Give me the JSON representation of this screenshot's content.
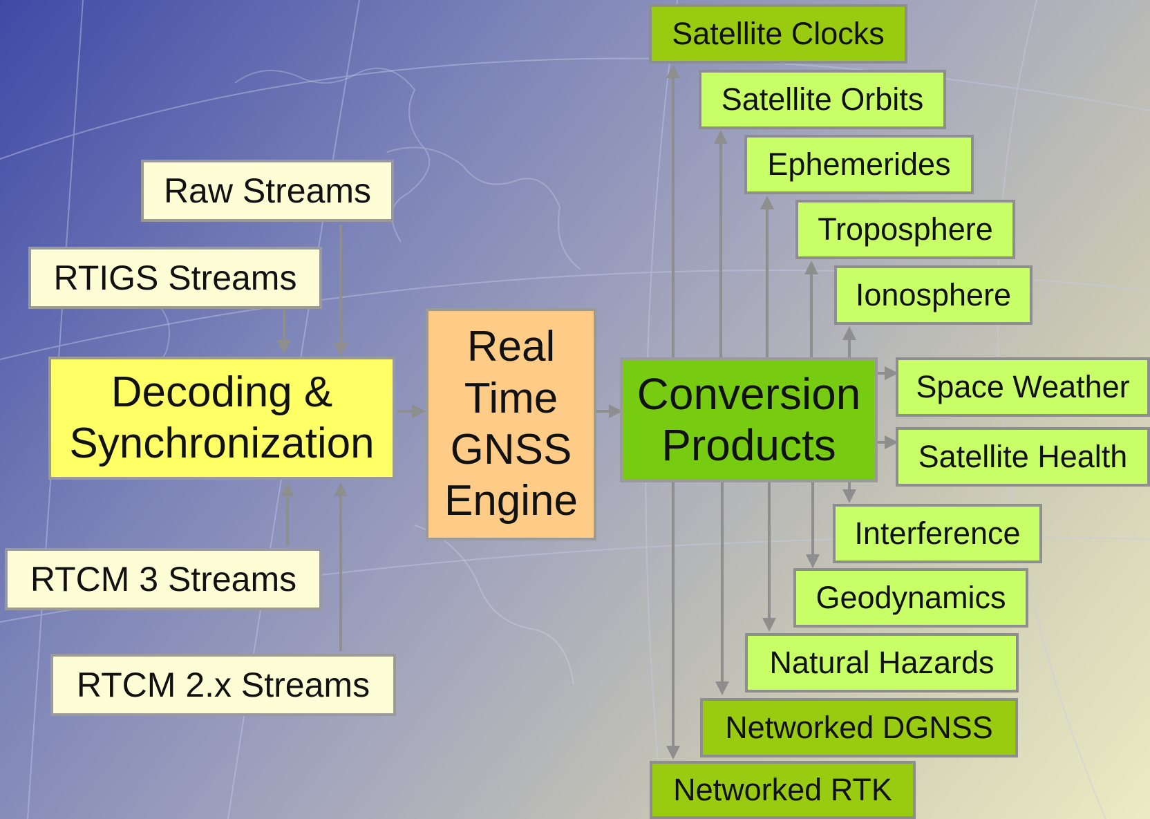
{
  "colors": {
    "input_box": "#fdfdd6",
    "decoding_box": "#ffff66",
    "engine_box": "#ffcc88",
    "conversion_box": "#77cc11",
    "output_light": "#c8ff66",
    "output_dark": "#99cc11",
    "arrow": "#8e8e8e"
  },
  "inputs": {
    "raw": "Raw Streams",
    "rtigs": "RTIGS Streams",
    "rtcm3": "RTCM 3 Streams",
    "rtcm2": "RTCM 2.x Streams"
  },
  "process": {
    "decoding": {
      "line1": "Decoding &",
      "line2": "Synchronization"
    },
    "engine": {
      "line1": "Real",
      "line2": "Time",
      "line3": "GNSS",
      "line4": "Engine"
    },
    "conversion": {
      "line1": "Conversion",
      "line2": "Products"
    }
  },
  "outputs": {
    "satellite_clocks": "Satellite Clocks",
    "satellite_orbits": "Satellite Orbits",
    "ephemerides": "Ephemerides",
    "troposphere": "Troposphere",
    "ionosphere": "Ionosphere",
    "space_weather": "Space Weather",
    "satellite_health": "Satellite Health",
    "interference": "Interference",
    "geodynamics": "Geodynamics",
    "natural_hazards": "Natural Hazards",
    "networked_dgnss": "Networked DGNSS",
    "networked_rtk": "Networked RTK"
  }
}
